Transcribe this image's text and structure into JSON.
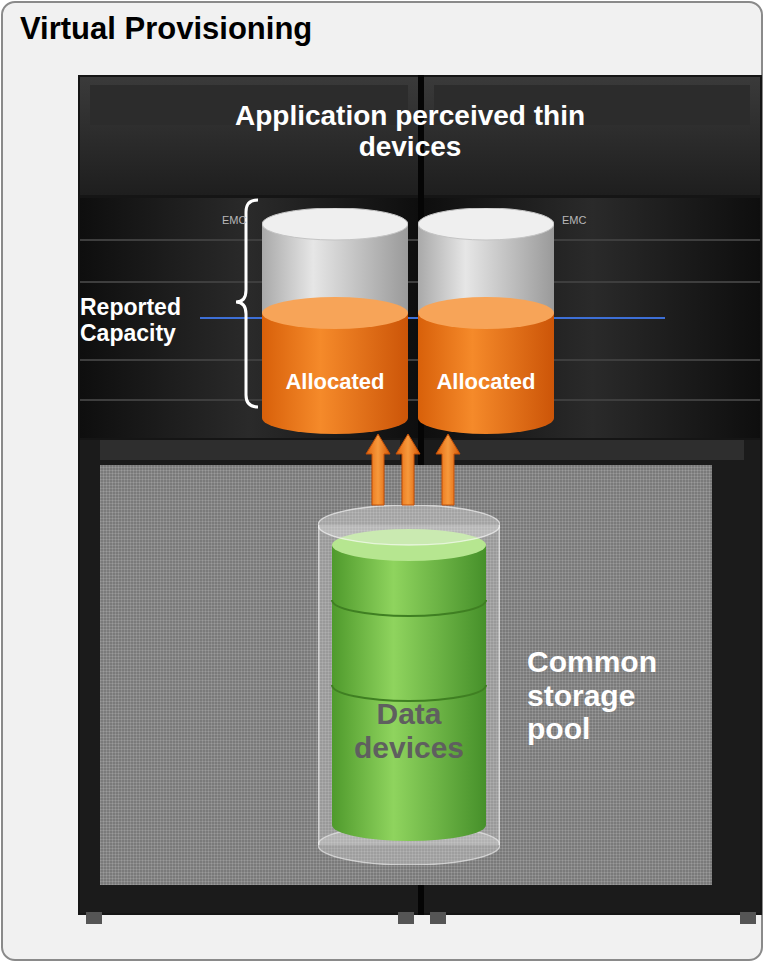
{
  "diagram": {
    "title": "Virtual Provisioning",
    "nodes": [
      {
        "text": [
          "Allocated"
        ]
      },
      {
        "text": [
          "Allocated"
        ]
      },
      {
        "text": [
          "Common storage pool"
        ]
      },
      {
        "text": [
          "Data devices"
        ],
        "in": 2
      }
    ],
    "edges": [
      {
        "from": 3,
        "to": 0,
        "arrow": "to"
      },
      {
        "from": 3,
        "to": 0,
        "arrow": "to"
      },
      {
        "from": 3,
        "to": 1,
        "arrow": "to"
      }
    ],
    "labels": [
      "Application perceived thin devices",
      "Reported Capacity",
      "EMC",
      "EMC"
    ]
  }
}
